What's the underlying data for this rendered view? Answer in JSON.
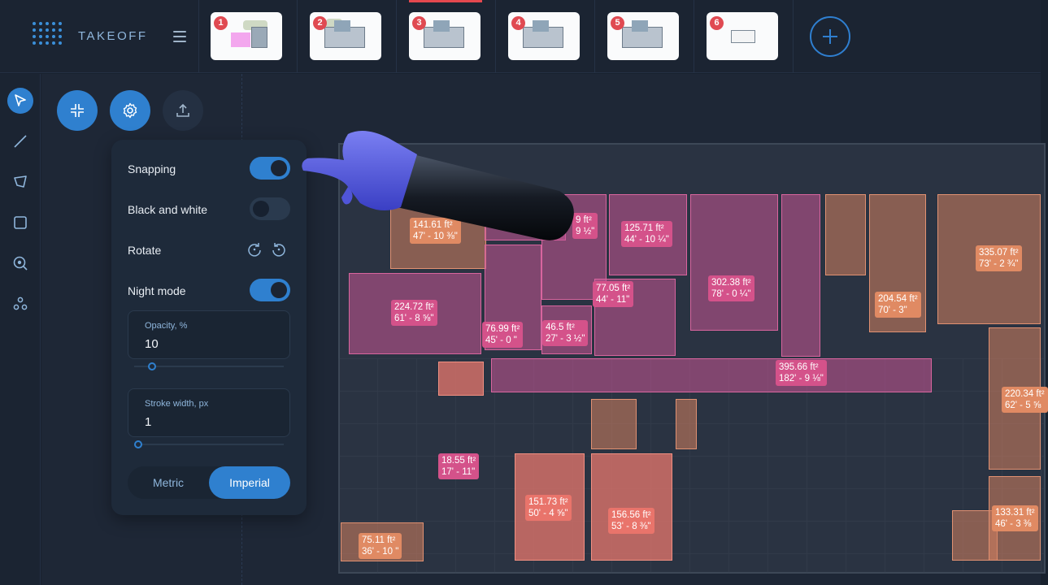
{
  "app": {
    "brand": "TAKEOFF"
  },
  "colors": {
    "accent": "#2f80cf",
    "badge": "#e04a52",
    "room_pink": "#d4528a",
    "room_orange": "#e08a63",
    "room_light": "#e9746b"
  },
  "icons": [
    "logo-dots-icon",
    "hamburger-icon",
    "plus-icon",
    "select-pointer-icon",
    "line-tool-icon",
    "polygon-tool-icon",
    "rectangle-tool-icon",
    "eye-search-icon",
    "group-nodes-icon",
    "collapse-icon",
    "gear-icon",
    "upload-icon",
    "rotate-cw-icon",
    "rotate-ccw-icon"
  ],
  "plans": [
    {
      "number": "1"
    },
    {
      "number": "2"
    },
    {
      "number": "3"
    },
    {
      "number": "4"
    },
    {
      "number": "5"
    },
    {
      "number": "6"
    }
  ],
  "active_plan": "3",
  "settings": {
    "snapping": {
      "label": "Snapping",
      "on": true
    },
    "black_white": {
      "label": "Black and white",
      "on": false
    },
    "rotate": {
      "label": "Rotate"
    },
    "night_mode": {
      "label": "Night mode",
      "on": true
    },
    "opacity": {
      "caption": "Opacity, %",
      "value": "10",
      "fraction": 0.1
    },
    "stroke": {
      "caption": "Stroke width, px",
      "value": "1",
      "fraction": 0.0
    },
    "units": {
      "metric": "Metric",
      "imperial": "Imperial",
      "selected": "Imperial"
    }
  },
  "measurements": [
    {
      "area": "141.61 ft²",
      "dim": "47' - 10 ⅜\""
    },
    {
      "area": "9 ft²",
      "dim": "9 ½\""
    },
    {
      "area": "125.71 ft²",
      "dim": "44' - 10 ¼\""
    },
    {
      "area": "335.07 ft²",
      "dim": "73' - 2 ¾\""
    },
    {
      "area": "302.38 ft²",
      "dim": "78' - 0 ¼\""
    },
    {
      "area": "204.54 ft²",
      "dim": "70' - 3\""
    },
    {
      "area": "224.72 ft²",
      "dim": "61' - 8 ⅝\""
    },
    {
      "area": "77.05 ft²",
      "dim": "44' - 11\""
    },
    {
      "area": "46.5 ft²",
      "dim": "27' - 3 ½\""
    },
    {
      "area": "76.99 ft²",
      "dim": "45' - 0 \""
    },
    {
      "area": "395.66 ft²",
      "dim": "182' - 9 ⅛\""
    },
    {
      "area": "220.34 ft²",
      "dim": "62' - 5 ⅝"
    },
    {
      "area": "18.55 ft²",
      "dim": "17' - 11\""
    },
    {
      "area": "151.73 ft²",
      "dim": "50' - 4 ⅝\""
    },
    {
      "area": "156.56 ft²",
      "dim": "53' - 8 ⅜\""
    },
    {
      "area": "133.31 ft²",
      "dim": "46' - 3 ⅜"
    },
    {
      "area": "75.11 ft²",
      "dim": "36' - 10 \""
    }
  ]
}
